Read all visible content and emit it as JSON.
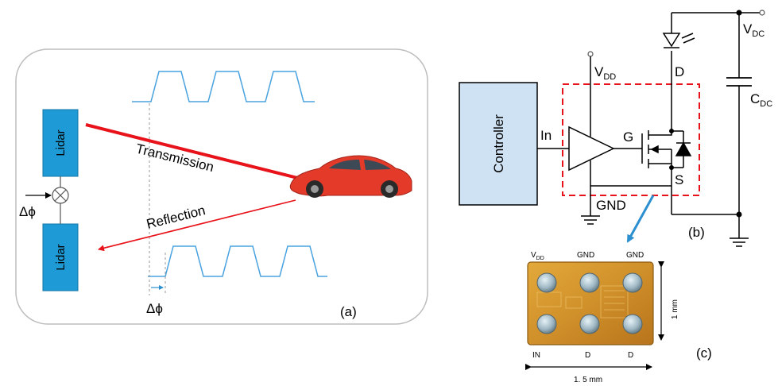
{
  "colors": {
    "lidar_fill": "#1e9bd7",
    "controller_fill": "#cfe2f3",
    "transmission_arrow": "#e8131a",
    "reflection_arrow": "#e8131a",
    "dashed_box": "#e8131a",
    "waveform": "#4aa3df",
    "pointer_arrow": "#2b8fd0",
    "chip_gold": "#d89b2c",
    "chip_bump": "#9fb8c4",
    "car_body": "#e33a2a"
  },
  "panel_a": {
    "label": "(a)",
    "lidar_top": "Lidar",
    "lidar_bottom": "Lidar",
    "transmission": "Transmission",
    "reflection": "Reflection",
    "delta_phi_mixer": "Δϕ",
    "delta_phi_wave": "Δϕ"
  },
  "panel_b": {
    "label": "(b)",
    "controller": "Controller",
    "input_label": "In",
    "vdd_main": "V",
    "vdd_sub": "DD",
    "gnd": "GND",
    "gate": "G",
    "drain": "D",
    "source": "S",
    "vdc_main": "V",
    "vdc_sub": "DC",
    "cdc_main": "C",
    "cdc_sub": "DC"
  },
  "panel_c": {
    "label": "(c)",
    "top_pads": [
      "V",
      "GND",
      "GND"
    ],
    "top_pad_sub": "DD",
    "bottom_pads": [
      "IN",
      "D",
      "D"
    ],
    "height_dim": "1 mm",
    "width_dim": "1. 5 mm"
  }
}
